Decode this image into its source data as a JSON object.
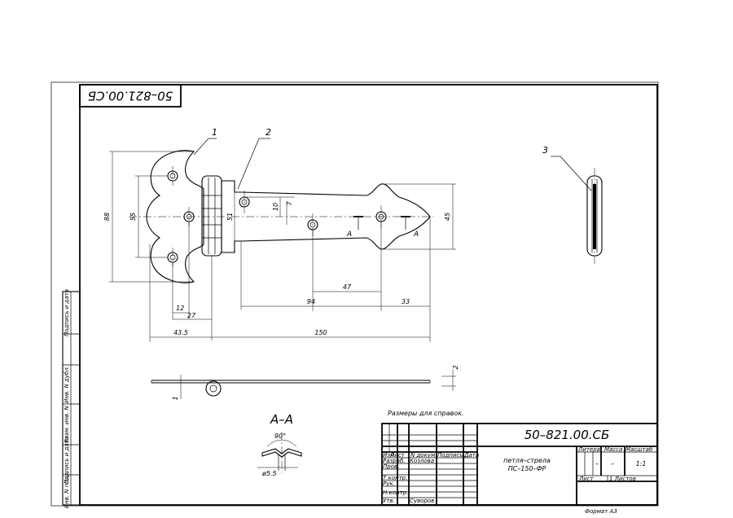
{
  "drawing_code": "50–821.00.СБ",
  "drawing_code_rotated": "50–821.00.СБ",
  "title_lines": [
    "петля–стрела",
    "ПС–150–ФР"
  ],
  "note": "Размеры для справок.",
  "section_label": "А–А",
  "format": "Формат А3",
  "scale": "1:1",
  "sheet_dash": "–",
  "sheet_label": "Лист",
  "sheets_label": "1 Листов",
  "columns": {
    "litera": "Литера",
    "massa": "Масса",
    "masshtab": "Масштаб"
  },
  "stamp_header": [
    "Изм",
    "Лист",
    "N докум.",
    "Подпись",
    "Дата"
  ],
  "stamp_rows": [
    {
      "role": "Разраб.",
      "name": "Козлова"
    },
    {
      "role": "Пров.",
      "name": ""
    },
    {
      "role": "Т.контр.",
      "name": ""
    },
    {
      "role": "Рук.",
      "name": ""
    },
    {
      "role": "Н.контр.",
      "name": ""
    },
    {
      "role": "Утв.",
      "name": "Суворов"
    }
  ],
  "side_strip": [
    "Инв. N подл.",
    "Подпись и дата",
    "Взам. инв. N",
    "Инв. N дубл.",
    "Подпись и дата"
  ],
  "callouts": [
    "1",
    "2",
    "3"
  ],
  "cut_marks": [
    "А",
    "А"
  ],
  "dimensions": {
    "d88": "88",
    "d55": "55",
    "d51": "51",
    "d45": "45",
    "d10": "10",
    "d7": "7",
    "d47": "47",
    "d94": "94",
    "d33": "33",
    "d12": "12",
    "d27": "27",
    "d43_5": "43.5",
    "d150": "150",
    "d2": "2",
    "d1": "1",
    "d90": "90°",
    "d5_5": "ø5.5"
  }
}
